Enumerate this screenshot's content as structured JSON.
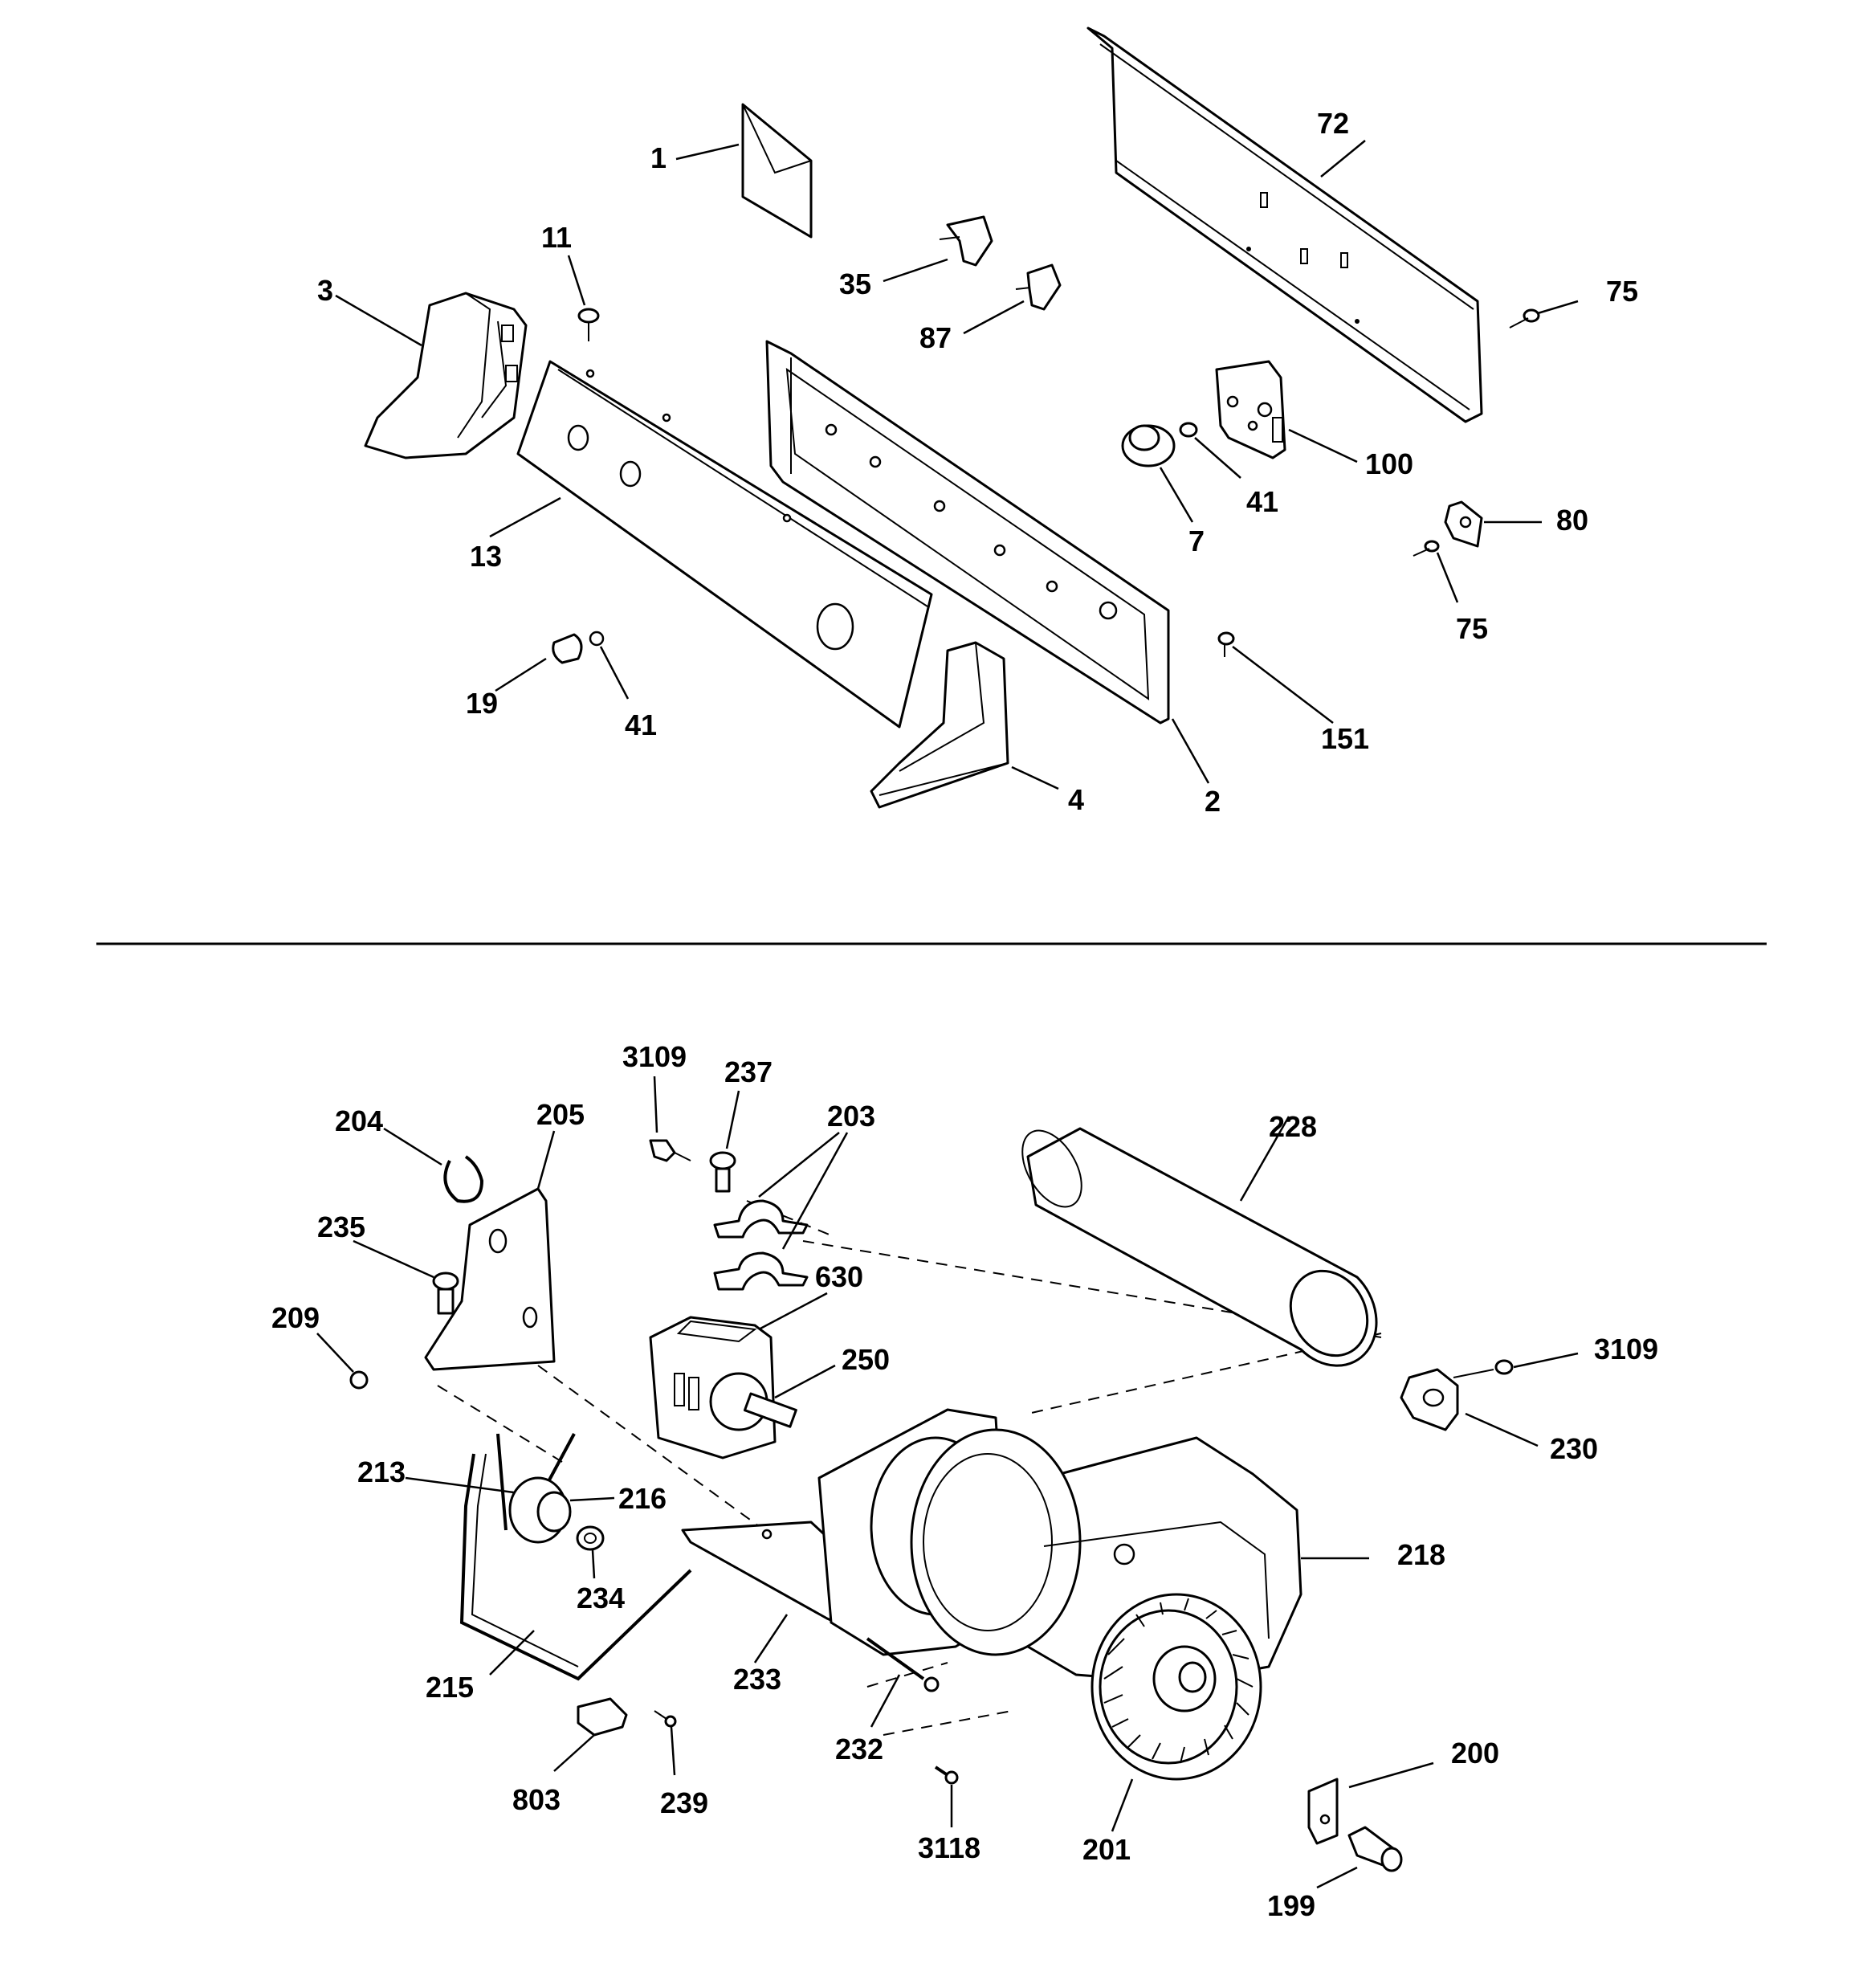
{
  "upper_assembly": {
    "callouts": [
      "1",
      "72",
      "11",
      "3",
      "35",
      "75",
      "87",
      "100",
      "41",
      "7",
      "13",
      "80",
      "75",
      "19",
      "41",
      "151",
      "4",
      "2"
    ]
  },
  "lower_assembly": {
    "callouts": [
      "3109",
      "237",
      "203",
      "228",
      "204",
      "205",
      "235",
      "630",
      "209",
      "250",
      "3109",
      "230",
      "213",
      "216",
      "218",
      "234",
      "233",
      "215",
      "232",
      "200",
      "803",
      "239",
      "3118",
      "201",
      "199"
    ]
  }
}
